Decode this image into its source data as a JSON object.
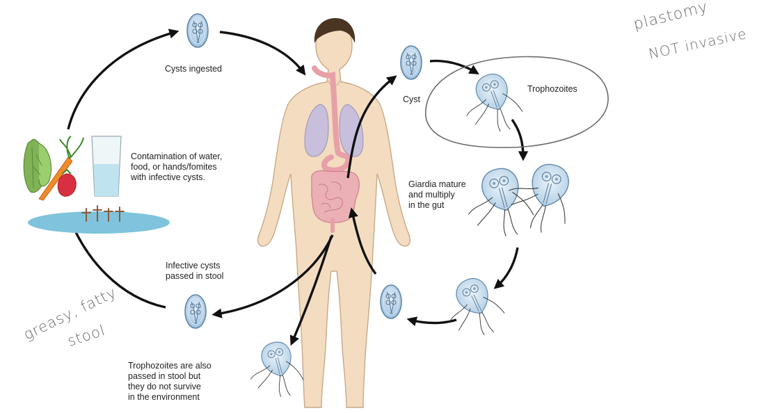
{
  "labels": {
    "cysts_ingested": "Cysts ingested",
    "cyst": "Cyst",
    "trophozoites": "Trophozoites",
    "contamination": "Contamination of water,\nfood, or hands/fomites\nwith infective cysts.",
    "giardia_mature": "Giardia mature\nand multiply\nin the gut",
    "infective_cysts": "Infective cysts\npassed in stool",
    "trophozoites_passed": "Trophozoites are also\npassed in stool but\nthey do not survive\nin the environment"
  },
  "annotations": {
    "plastomy": "plastomy",
    "not_invasive": "NOT invasive",
    "greasy_fatty": "greasy, fatty",
    "stool": "stool"
  },
  "colors": {
    "arrow": "#111111",
    "skin": "#f3dcc0",
    "skin_outline": "#c9a886",
    "hair": "#4a3422",
    "lungs": "#c8bfdc",
    "gut": "#e8a0a8",
    "cyst_fill": "#b9d4ea",
    "cyst_outline": "#5f86a8",
    "water": "#7fc4dc",
    "annotation_ink": "#6a6a6a"
  }
}
